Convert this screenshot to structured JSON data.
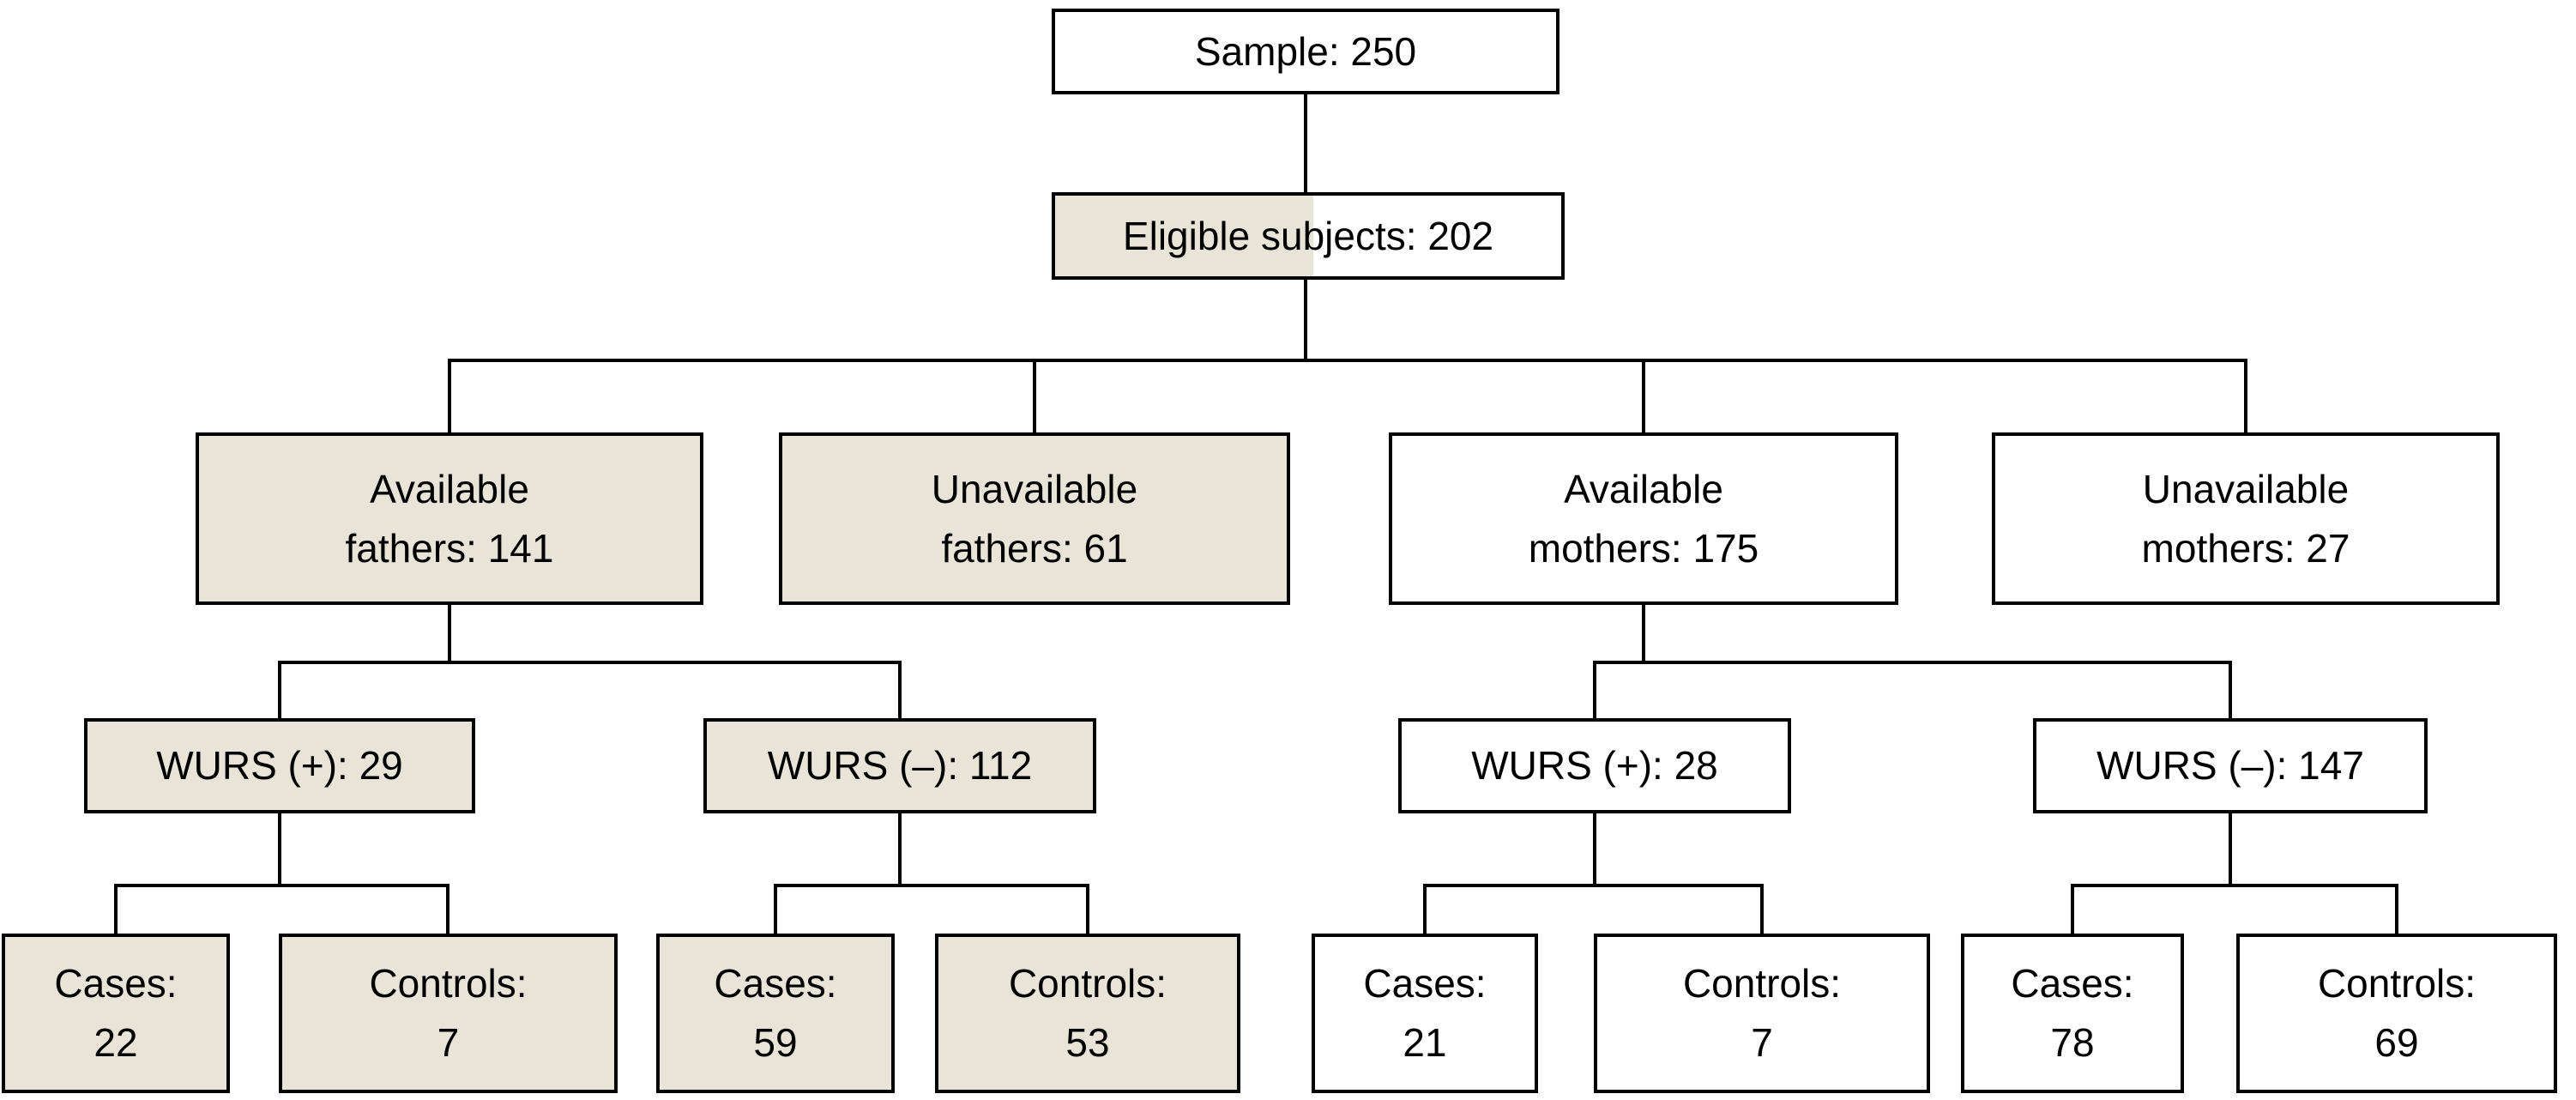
{
  "figure": {
    "type": "study-flowchart",
    "colors": {
      "shaded_box": "#e9e4d8",
      "unshaded_box": "#ffffff",
      "border": "#000000",
      "text": "#000000"
    }
  },
  "nodes": {
    "sample": {
      "text": "Sample: 250"
    },
    "eligible": {
      "text": "Eligible subjects: 202"
    },
    "available_fathers": {
      "lines": [
        "Available",
        "fathers: 141"
      ]
    },
    "unavailable_fathers": {
      "lines": [
        "Unavailable",
        "fathers: 61"
      ]
    },
    "available_mothers": {
      "lines": [
        "Available",
        "mothers: 175"
      ]
    },
    "unavailable_mothers": {
      "lines": [
        "Unavailable",
        "mothers: 27"
      ]
    },
    "wurs_pos_fathers": {
      "text": "WURS (+): 29"
    },
    "wurs_neg_fathers": {
      "text": "WURS (–): 112"
    },
    "wurs_pos_mothers": {
      "text": "WURS (+): 28"
    },
    "wurs_neg_mothers": {
      "text": "WURS (–): 147"
    },
    "cases_wurs_pos_fathers": {
      "lines": [
        "Cases:",
        "22"
      ]
    },
    "controls_wurs_pos_fathers": {
      "lines": [
        "Controls:",
        "7"
      ]
    },
    "cases_wurs_neg_fathers": {
      "lines": [
        "Cases:",
        "59"
      ]
    },
    "controls_wurs_neg_fathers": {
      "lines": [
        "Controls:",
        "53"
      ]
    },
    "cases_wurs_pos_mothers": {
      "lines": [
        "Cases:",
        "21"
      ]
    },
    "controls_wurs_pos_mothers": {
      "lines": [
        "Controls:",
        "7"
      ]
    },
    "cases_wurs_neg_mothers": {
      "lines": [
        "Cases:",
        "78"
      ]
    },
    "controls_wurs_neg_mothers": {
      "lines": [
        "Controls:",
        "69"
      ]
    }
  }
}
